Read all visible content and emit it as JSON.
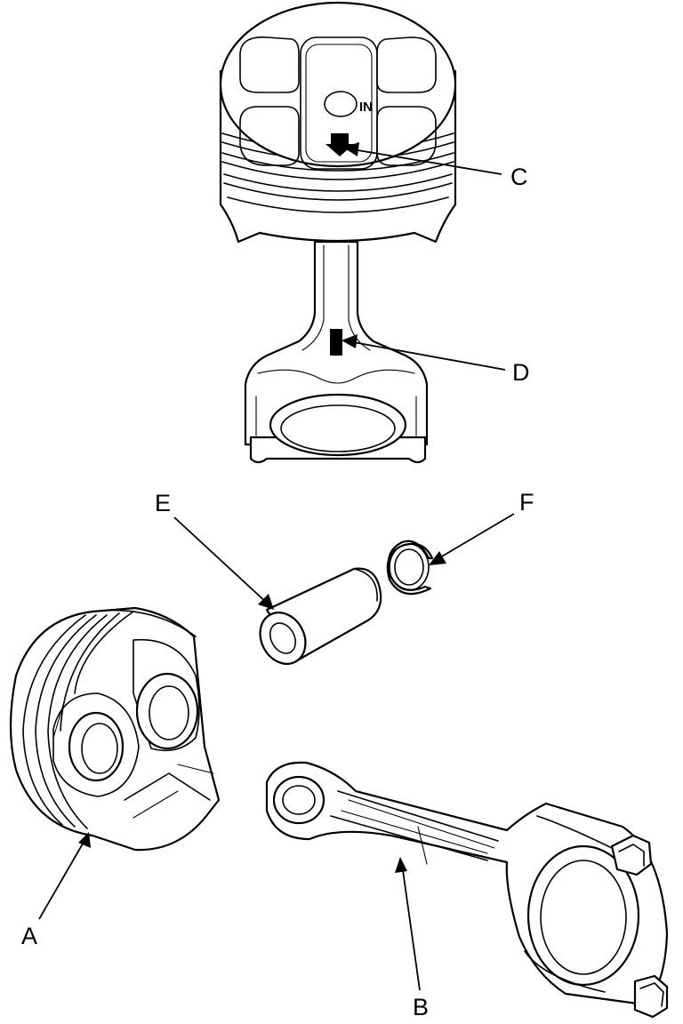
{
  "labels": {
    "a": "A",
    "b": "B",
    "c": "C",
    "d": "D",
    "e": "E",
    "f": "F"
  },
  "crown_mark": "IN",
  "colors": {
    "line": "#000000",
    "background": "#ffffff"
  }
}
